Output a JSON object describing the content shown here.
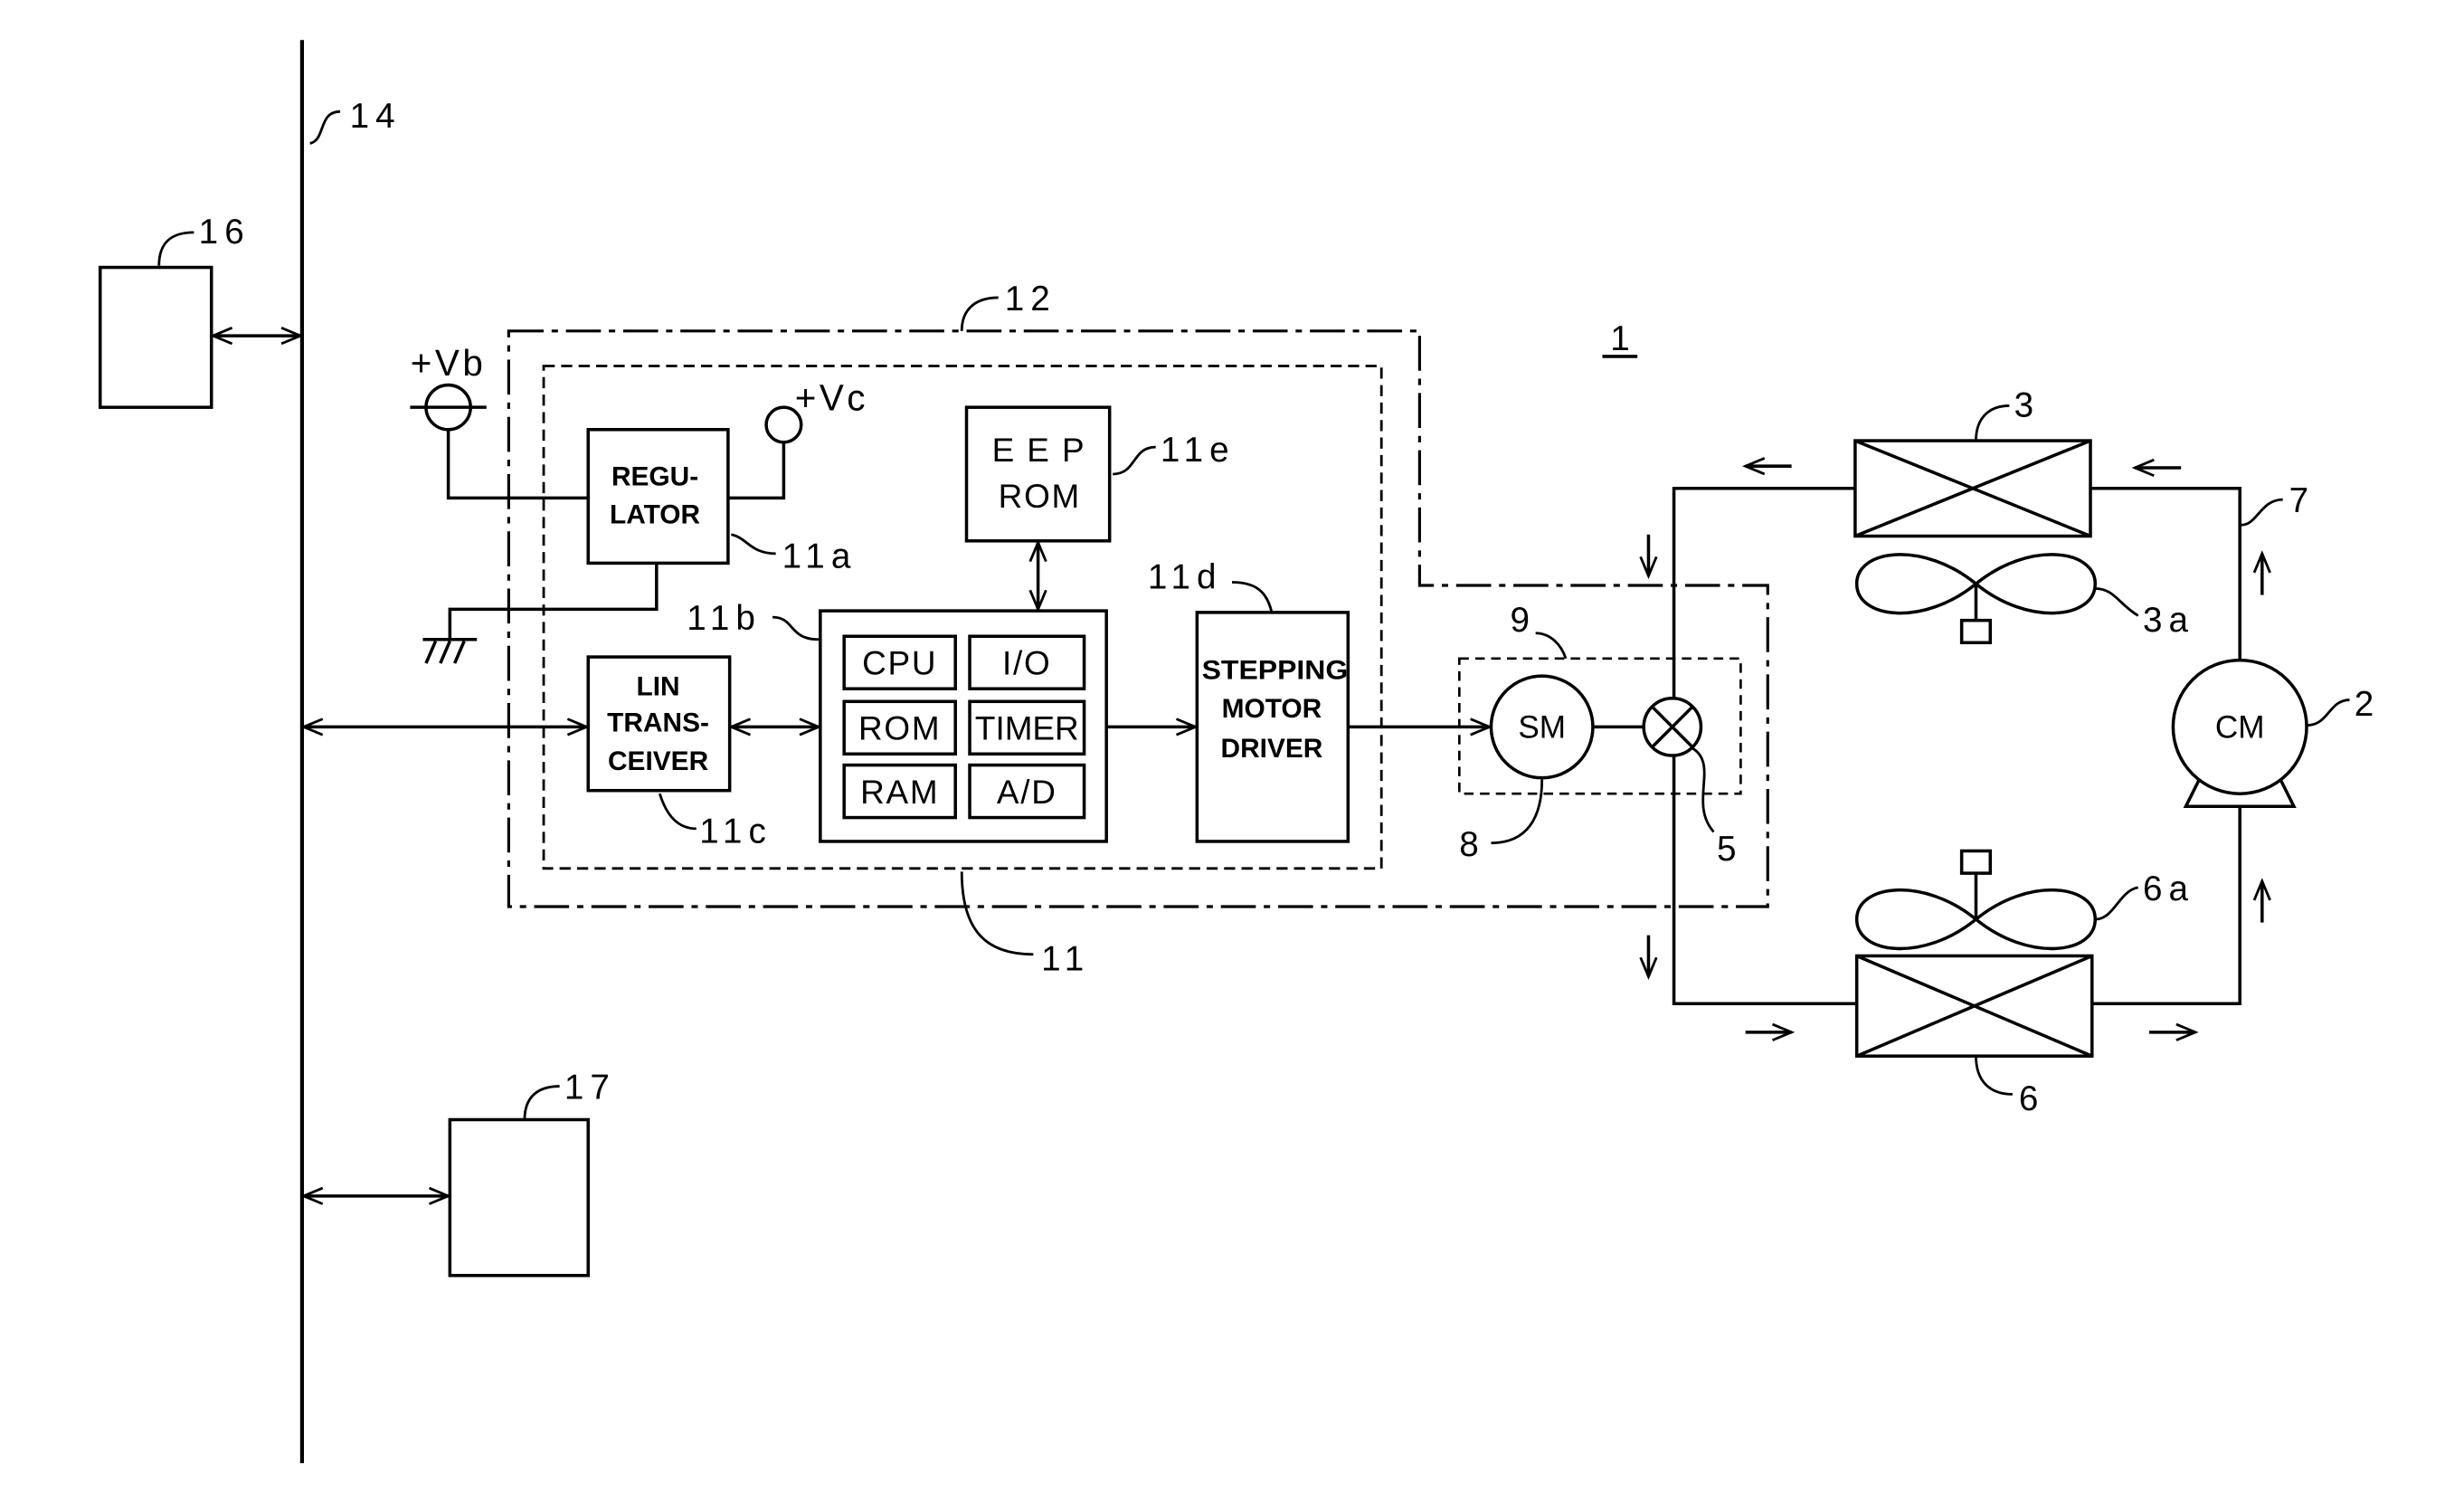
{
  "labels": {
    "n14": "14",
    "n16": "16",
    "n17": "17",
    "n12": "12",
    "n11": "11",
    "n11a": "11a",
    "n11b": "11b",
    "n11c": "11c",
    "n11d": "11d",
    "n11e": "11e",
    "n1": "1",
    "n2": "2",
    "n3": "3",
    "n3a": "3a",
    "n5": "5",
    "n6": "6",
    "n6a": "6a",
    "n7": "7",
    "n8": "8",
    "n9": "9"
  },
  "power": {
    "vb": "+Vb",
    "vc": "+Vc"
  },
  "regulator": {
    "line1": "REGU-",
    "line2": "LATOR"
  },
  "lin_transceiver": {
    "line1": "LIN",
    "line2": "TRANS-",
    "line3": "CEIVER"
  },
  "microcomputer": {
    "cpu": "CPU",
    "io": "I/O",
    "rom": "ROM",
    "timer": "TIMER",
    "ram": "RAM",
    "ad": "A/D"
  },
  "eeprom": {
    "line1": "EEP",
    "line2": "ROM"
  },
  "driver": {
    "line1": "STEPPING",
    "line2": "MOTOR",
    "line3": "DRIVER"
  },
  "stepping_motor": "SM",
  "compressor": "CM"
}
